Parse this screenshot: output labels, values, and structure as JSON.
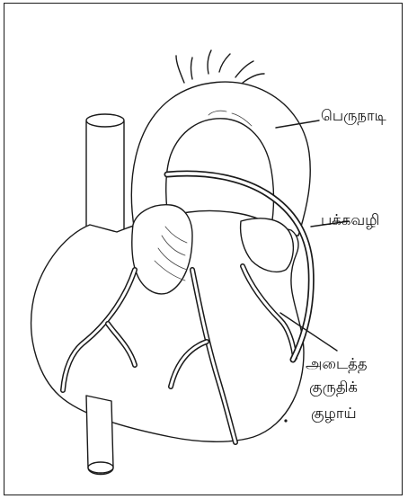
{
  "figure": {
    "labels": {
      "aorta": "பெருநாடி",
      "bypass": "பக்கவழி",
      "blocked_artery_line1": "அடைத்த",
      "blocked_artery_line2": "குருதிக்",
      "blocked_artery_line3": "குழாய்"
    }
  }
}
